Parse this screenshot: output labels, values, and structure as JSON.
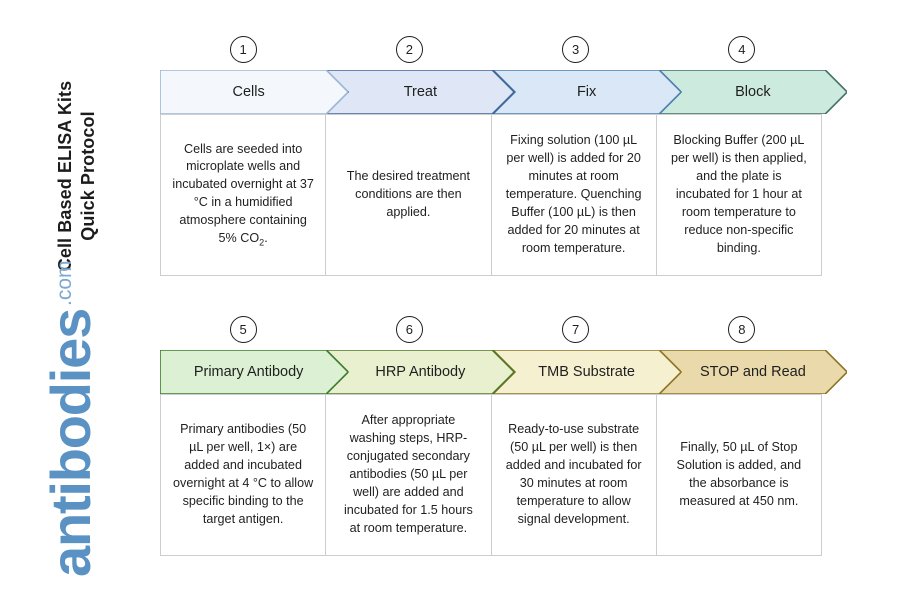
{
  "title": {
    "line1": "Cell Based ELISA Kits",
    "line2": "Quick Protocol"
  },
  "brand": {
    "word": "antibodies",
    "tld": ".com",
    "color": "#5b92c4"
  },
  "rows": [
    {
      "id": "row-1",
      "steps": [
        {
          "number": "1",
          "label": "Cells",
          "fill": "#f4f8fd",
          "stroke": "#9cb6d4",
          "text": "Cells are seeded into microplate wells and incubated overnight at 37 °C in a humidified atmosphere containing 5% CO₂."
        },
        {
          "number": "2",
          "label": "Treat",
          "fill": "#dfe6f6",
          "stroke": "#3f6799",
          "text": "The desired treatment conditions are then applied."
        },
        {
          "number": "3",
          "label": "Fix",
          "fill": "#d9e7f7",
          "stroke": "#4f7fae",
          "text": "Fixing solution (100 µL per well) is added for 20 minutes at room temperature. Quenching Buffer (100 µL) is then added for 20 minutes at room temperature."
        },
        {
          "number": "4",
          "label": "Block",
          "fill": "#cdeade",
          "stroke": "#44706a",
          "text": "Blocking Buffer (200 µL per well) is then applied, and the plate is incubated for 1 hour at room temperature to reduce non-specific binding."
        }
      ]
    },
    {
      "id": "row-2",
      "steps": [
        {
          "number": "5",
          "label": "Primary Antibody",
          "fill": "#dcf0d4",
          "stroke": "#3f7a2e",
          "text": "Primary antibodies (50 µL per well, 1×) are added and incubated overnight at 4 °C to allow specific binding to the target antigen."
        },
        {
          "number": "6",
          "label": "HRP Antibody",
          "fill": "#e8f0cf",
          "stroke": "#4f7a2a",
          "text": "After appropriate washing steps, HRP-conjugated secondary antibodies (50 µL per well) are added and incubated for 1.5 hours at room temperature."
        },
        {
          "number": "7",
          "label": "TMB Substrate",
          "fill": "#f5f0cf",
          "stroke": "#8d7426",
          "text": "Ready-to-use substrate (50 µL per well) is then added and incubated for 30 minutes at room temperature to allow signal development."
        },
        {
          "number": "8",
          "label": "STOP and Read",
          "fill": "#e9d9ab",
          "stroke": "#8d7426",
          "text": "Finally, 50 µL of Stop Solution is added, and the absorbance is measured at 450 nm."
        }
      ]
    }
  ]
}
